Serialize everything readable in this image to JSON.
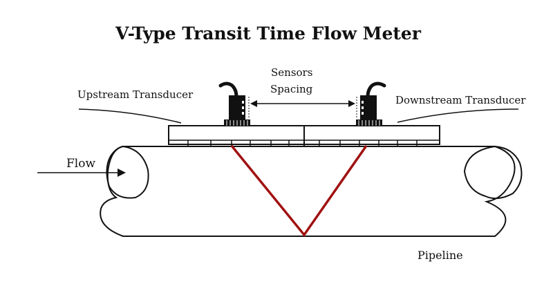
{
  "diagram": {
    "title": "V-Type Transit Time Flow Meter",
    "labels": {
      "sensors_spacing_line1": "Sensors",
      "sensors_spacing_line2": "Spacing",
      "upstream_transducer": "Upstream Transducer",
      "downstream_transducer": "Downstream Transducer",
      "flow": "Flow",
      "pipeline": "Pipeline"
    },
    "colors": {
      "outline": "#111111",
      "signal_path": "#a01010",
      "background": "#ffffff"
    }
  }
}
